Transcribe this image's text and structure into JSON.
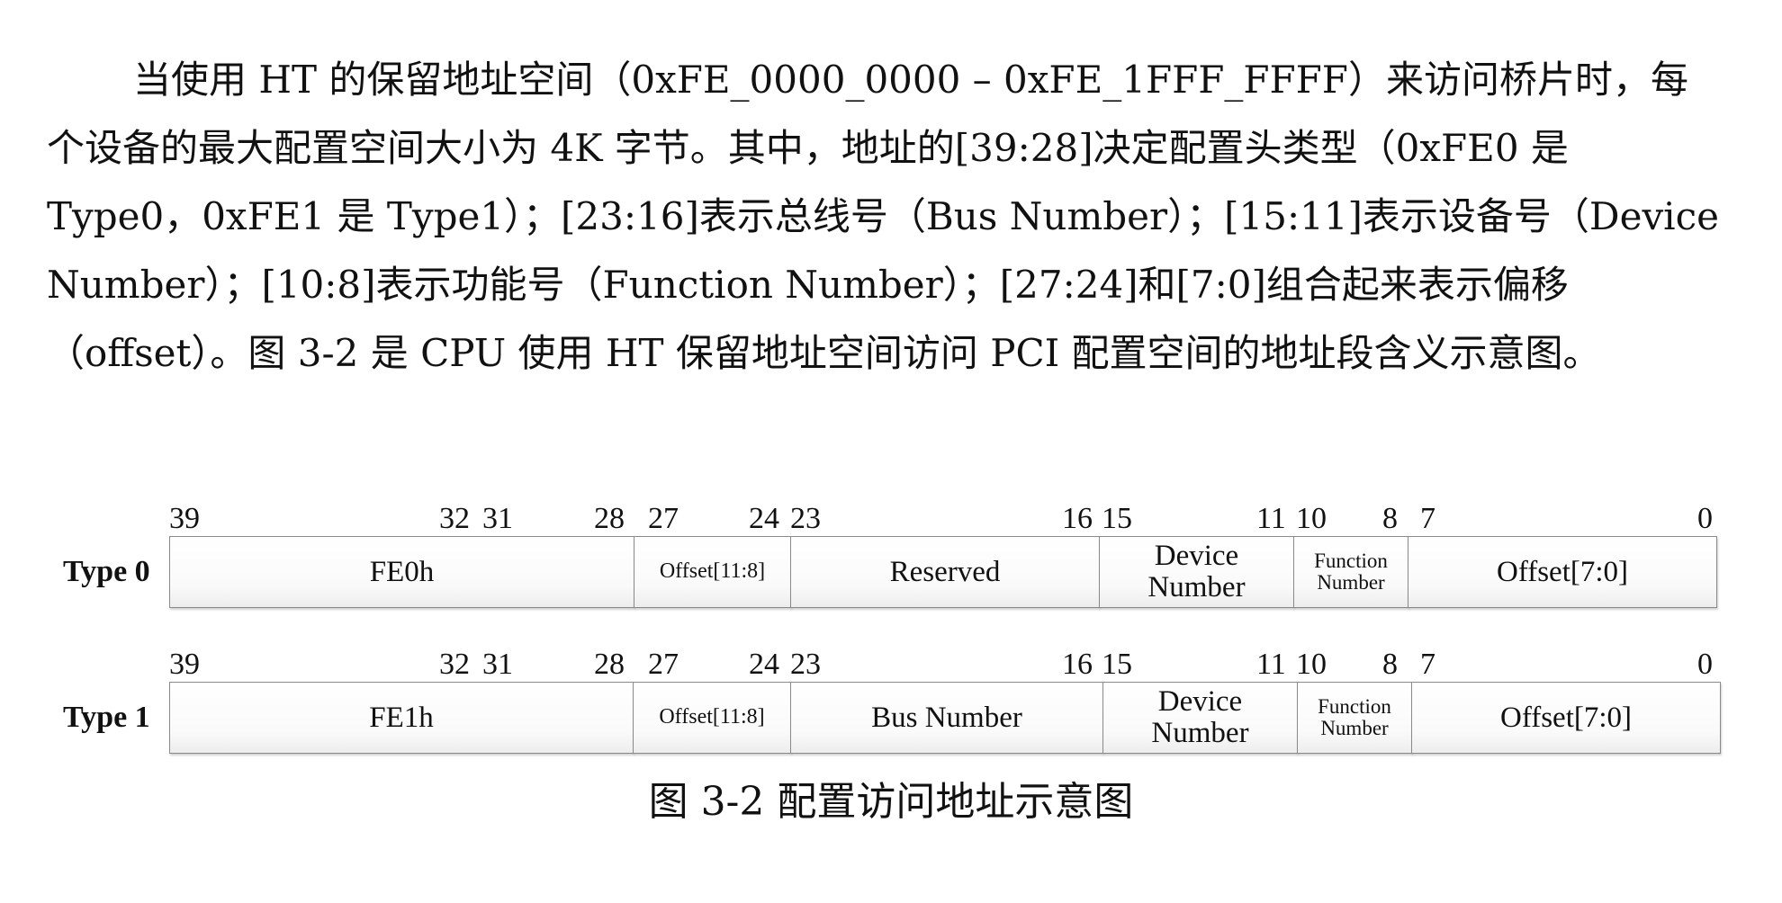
{
  "paragraph": {
    "lines": [
      "当使用 HT 的保留地址空间（0xFE_0000_0000 – 0xFE_1FFF_FFFF）来访问桥片时，每",
      "个设备的最大配置空间大小为 4K 字节。其中，地址的[39:28]决定配置头类型（0xFE0 是",
      "Type0，0xFE1 是 Type1）；[23:16]表示总线号（Bus Number）；[15:11]表示设备号（Device",
      "Number）；[10:8]表示功能号（Function Number）；[27:24]和[7:0]组合起来表示偏移",
      "（offset）。图 3-2 是 CPU 使用 HT 保留地址空间访问 PCI 配置空间的地址段含义示意图。"
    ]
  },
  "figure": {
    "type0": {
      "label": "Type 0",
      "bits": {
        "b39": "39",
        "b32": "32",
        "b31": "31",
        "b28": "28",
        "b27": "27",
        "b24": "24",
        "b23": "23",
        "b16": "16",
        "b15": "15",
        "b11": "11",
        "b10": "10",
        "b8": "8",
        "b7": "7",
        "b0": "0"
      },
      "fields": {
        "fe": "FE0h",
        "offset_hi": "Offset[11:8]",
        "mid": "Reserved",
        "device": "Device\nNumber",
        "function": "Function\nNumber",
        "offset_lo": "Offset[7:0]"
      }
    },
    "type1": {
      "label": "Type 1",
      "bits": {
        "b39": "39",
        "b32": "32",
        "b31": "31",
        "b28": "28",
        "b27": "27",
        "b24": "24",
        "b23": "23",
        "b16": "16",
        "b15": "15",
        "b11": "11",
        "b10": "10",
        "b8": "8",
        "b7": "7",
        "b0": "0"
      },
      "fields": {
        "fe": "FE1h",
        "offset_hi": "Offset[11:8]",
        "mid": "Bus Number",
        "device": "Device\nNumber",
        "function": "Function\nNumber",
        "offset_lo": "Offset[7:0]"
      }
    }
  },
  "caption": "图 3-2 配置访问地址示意图"
}
